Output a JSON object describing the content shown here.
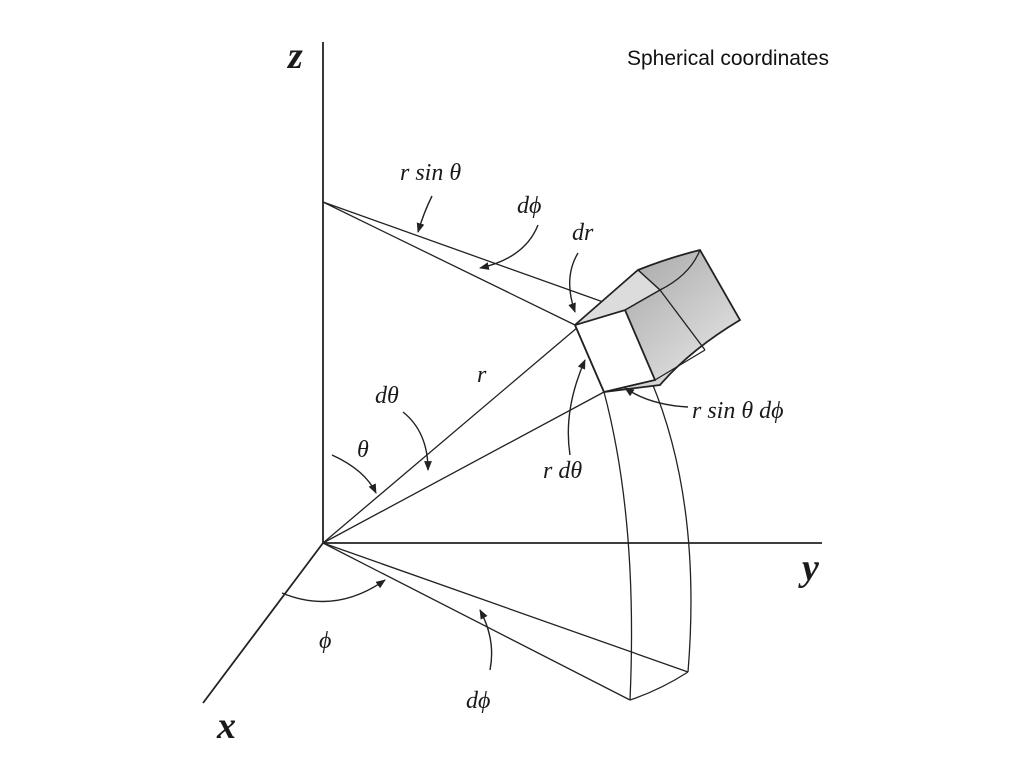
{
  "title": "Spherical coordinates",
  "labels": {
    "z_axis": "z",
    "y_axis": "y",
    "x_axis": "x",
    "r_sin_theta": "r sin θ",
    "d_phi_top": "dϕ",
    "dr": "dr",
    "r": "r",
    "d_theta": "dθ",
    "theta": "θ",
    "r_sin_theta_d_phi": "r sin θ dϕ",
    "r_d_theta": "r dθ",
    "phi": "ϕ",
    "d_phi_bottom": "dϕ"
  },
  "colors": {
    "line": "#222222",
    "box_shade": "#cfcfcf",
    "text": "#1a1a1a"
  }
}
